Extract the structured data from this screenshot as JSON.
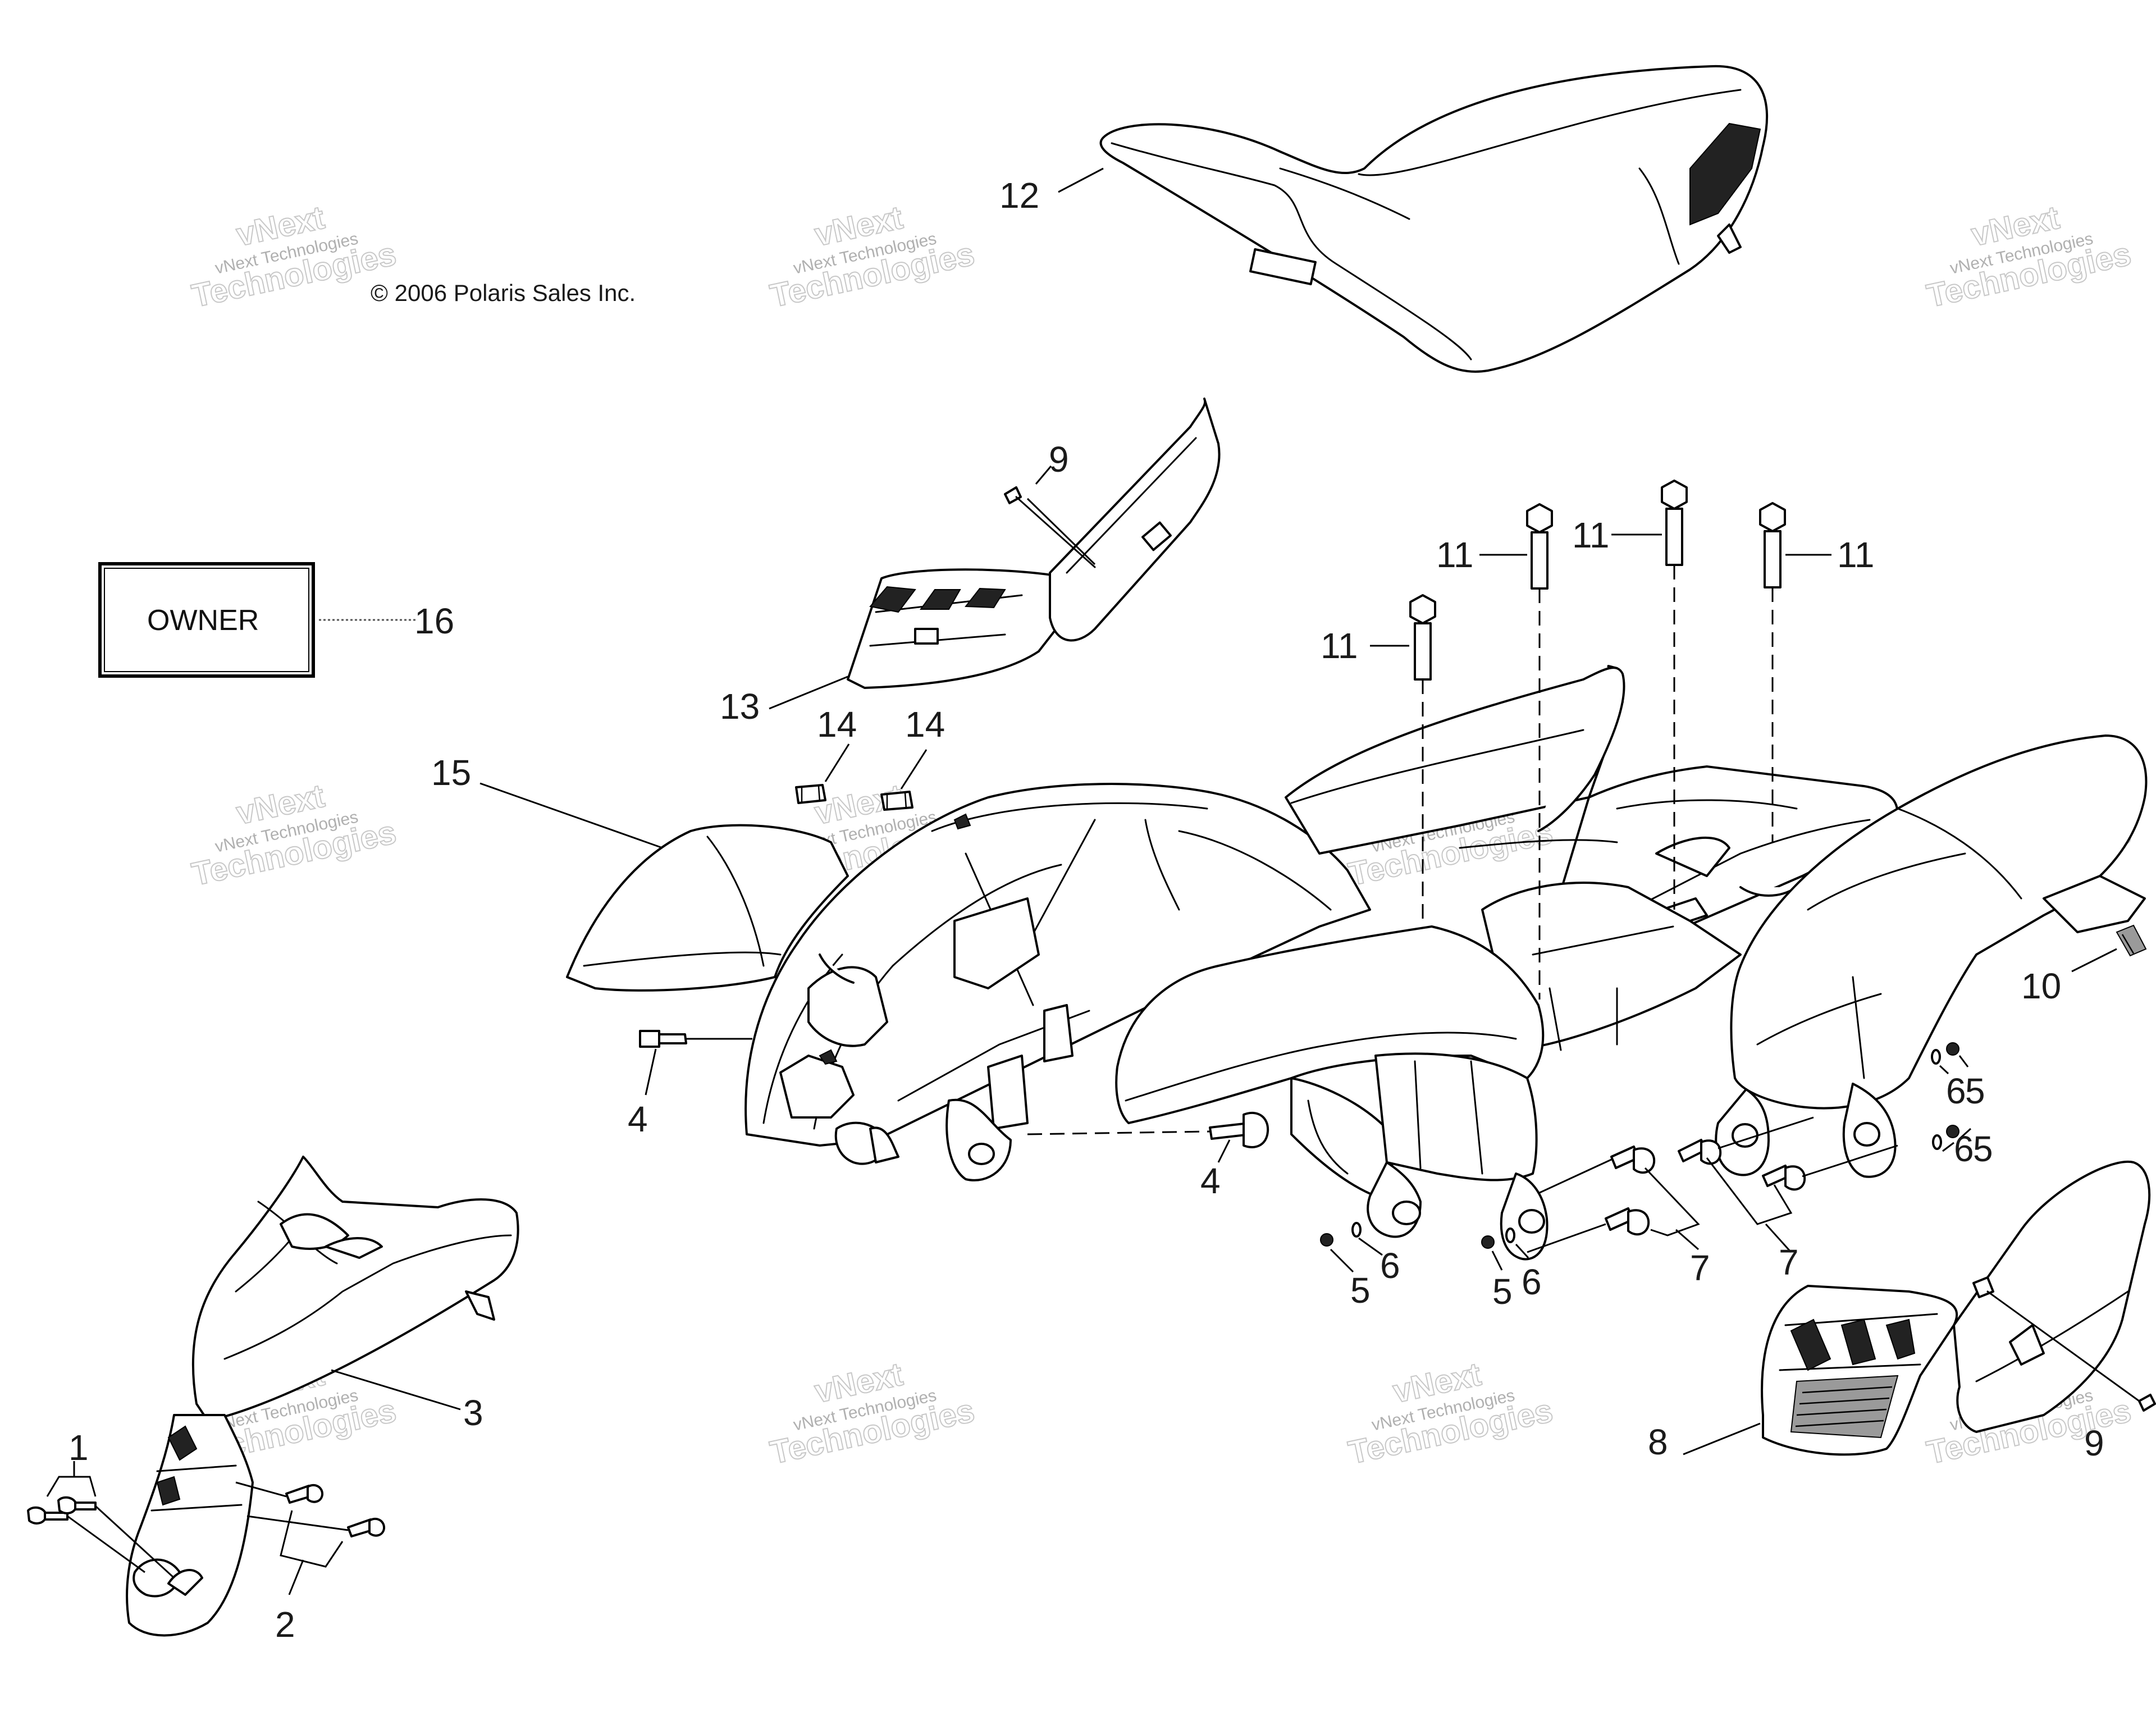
{
  "copyright": "© 2006 Polaris Sales Inc.",
  "owner_label": "OWNER",
  "watermark": {
    "line1": "vNext Technologies",
    "line2": "vNext",
    "line3": "Technologies"
  },
  "callouts": {
    "c1": "1",
    "c2": "2",
    "c3": "3",
    "c4a": "4",
    "c4b": "4",
    "c5a": "5",
    "c5b": "5",
    "c5c": "5",
    "c5d": "5",
    "c6a": "6",
    "c6b": "6",
    "c6c": "6",
    "c6d": "6",
    "c7a": "7",
    "c7b": "7",
    "c8": "8",
    "c9a": "9",
    "c9b": "9",
    "c10": "10",
    "c11a": "11",
    "c11b": "11",
    "c11c": "11",
    "c11d": "11",
    "c12": "12",
    "c13": "13",
    "c14a": "14",
    "c14b": "14",
    "c15": "15",
    "c16": "16"
  }
}
